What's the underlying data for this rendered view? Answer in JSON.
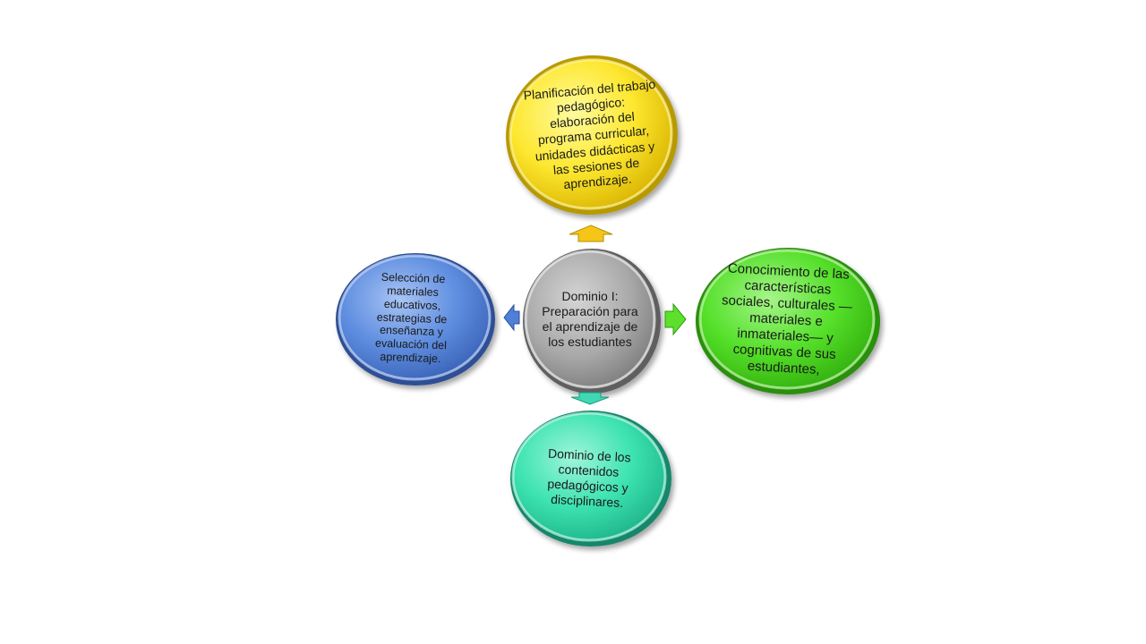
{
  "diagram": {
    "center": {
      "text": "Dominio I: Preparación para el aprendizaje de los estudiantes",
      "color": "#a9a9a9"
    },
    "top": {
      "text": "Planificación del trabajo pedagógico: elaboración del programa curricular, unidades didácticas y las sesiones de aprendizaje.",
      "color": "#fde72f"
    },
    "left": {
      "text": "Selección de materiales educativos, estrategias de enseñanza y evaluación del aprendizaje.",
      "color": "#5f8ee0"
    },
    "right": {
      "text": "Conocimiento de las características sociales, culturales —materiales e inmateriales— y cognitivas de sus estudiantes,",
      "color": "#55e02a"
    },
    "bottom": {
      "text": "Dominio de los contenidos pedagógicos y disciplinares.",
      "color": "#3ce3b0"
    },
    "arrows": {
      "top_color": "#f5c518",
      "left_color": "#4f7fd8",
      "right_color": "#5ce02c",
      "bottom_color": "#3fd8b5"
    }
  }
}
